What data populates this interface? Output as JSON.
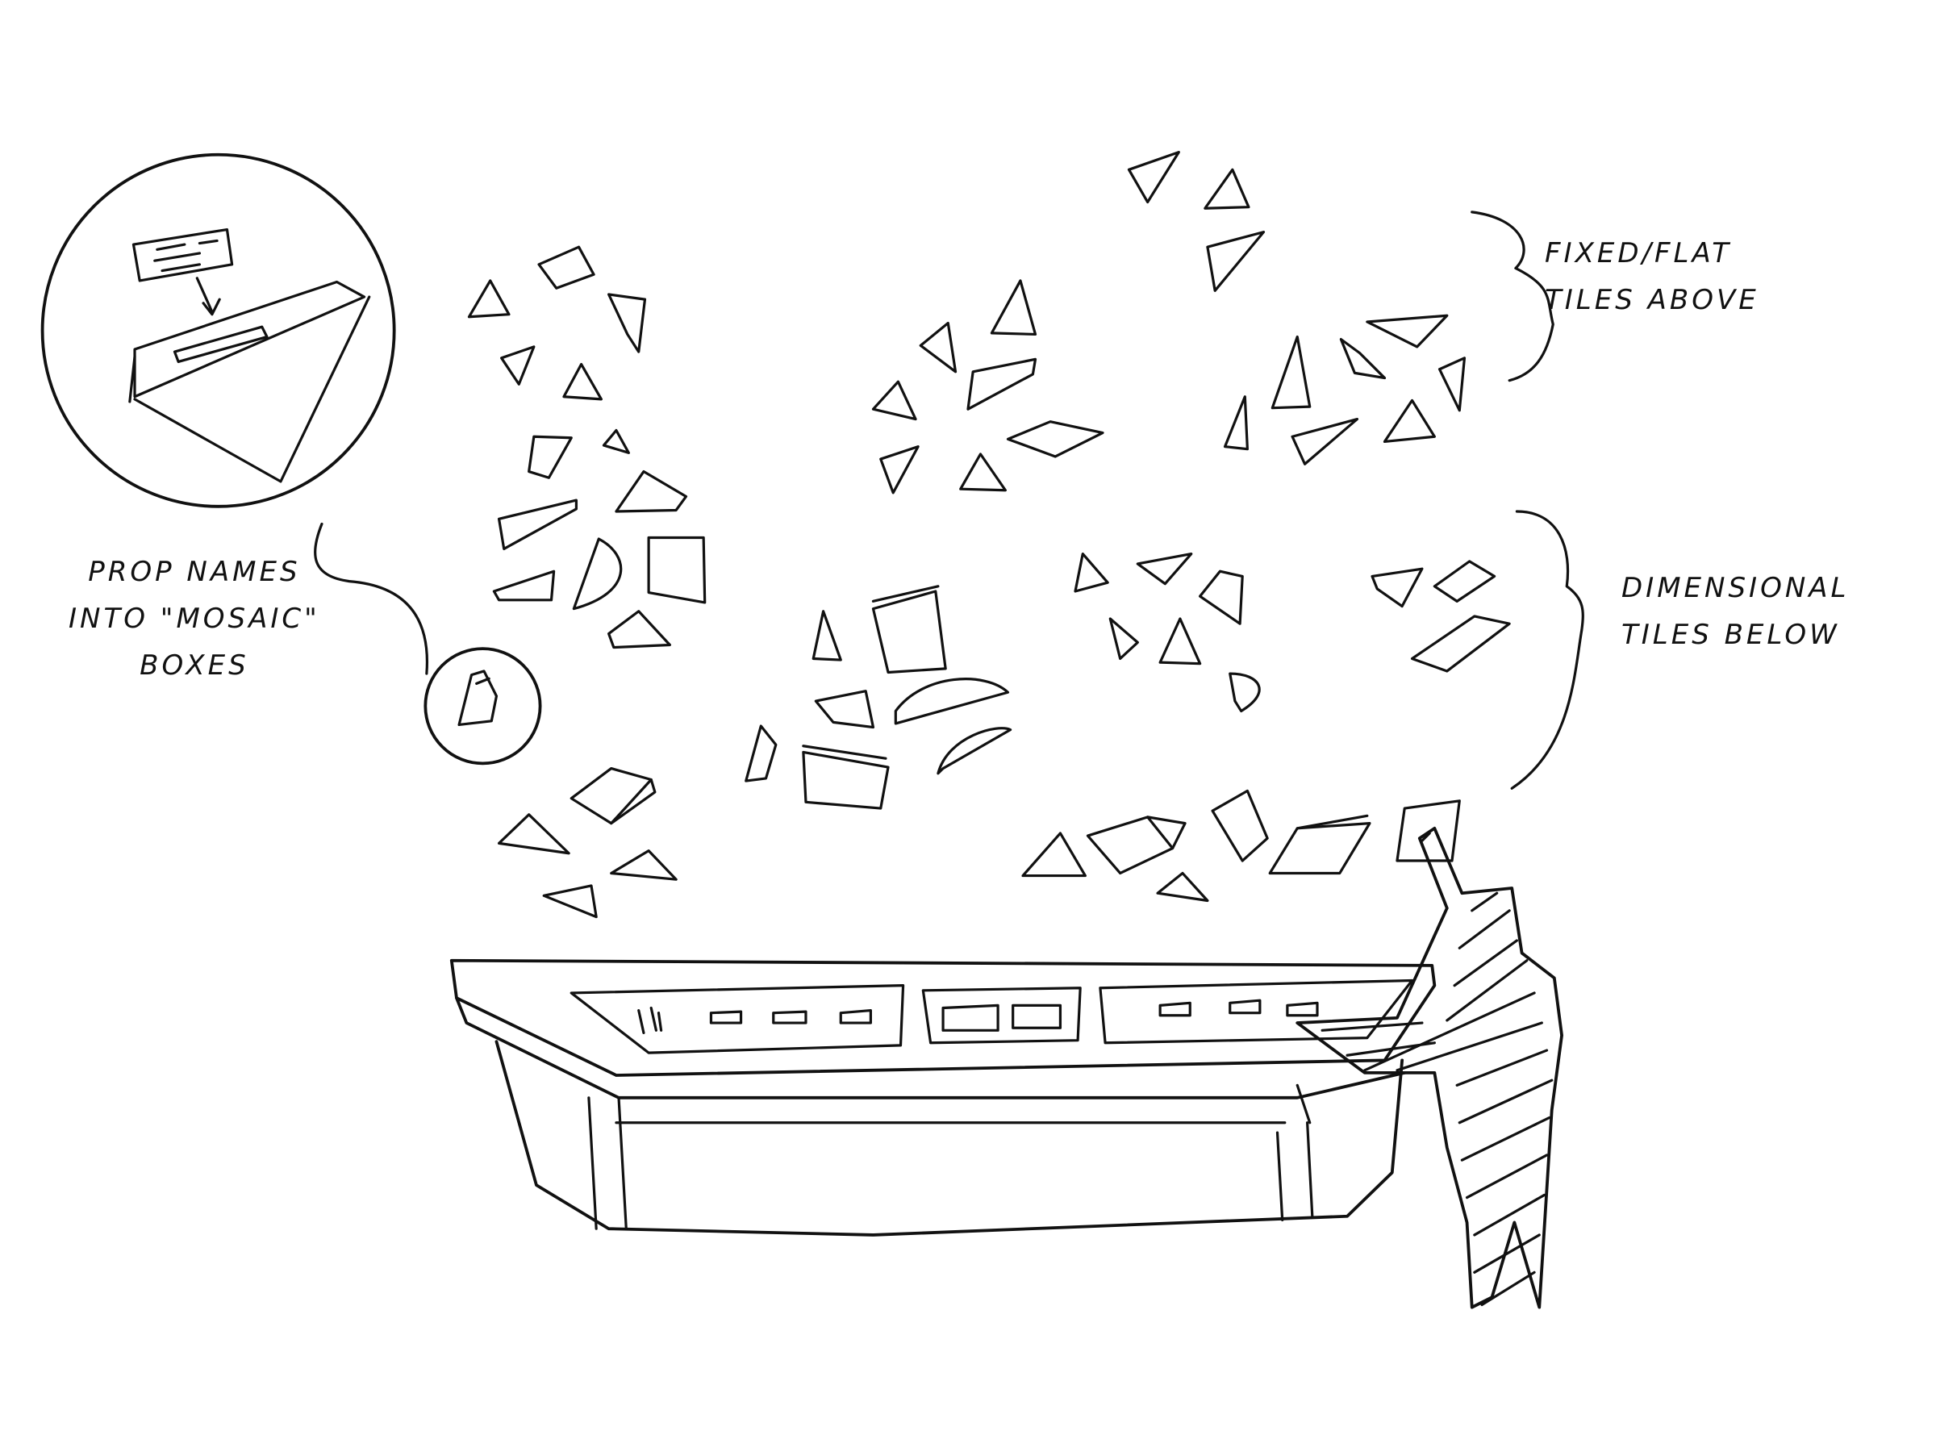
{
  "annotations": {
    "fixed": {
      "line1": "Fixed/Flat",
      "line2": "Tiles Above"
    },
    "dimensional": {
      "line1": "Dimensional",
      "line2": "Tiles Below"
    },
    "prop_names": {
      "line1": "Prop Names",
      "line2": "Into \"Mosaic\"",
      "line3": "Boxes"
    }
  },
  "icons": [
    "detail-circle",
    "tile-callout-circle",
    "hand-pointer-icon",
    "touchscreen-table"
  ],
  "colors": {
    "ink": "#111111",
    "paper": "#ffffff"
  }
}
